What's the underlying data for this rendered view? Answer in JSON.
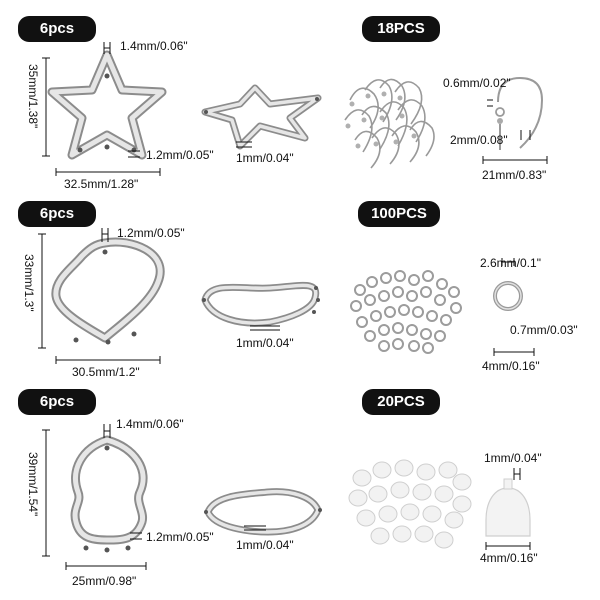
{
  "rows": [
    {
      "badge_left": "6pcs",
      "height_dim": "35mm/1.38\"",
      "width_dim": "32.5mm/1.28\"",
      "top_hole_dim": "1.4mm/0.06\"",
      "thickness_dim": "1.2mm/0.05\"",
      "side_dim": "1mm/0.04\"",
      "badge_right": "18PCS",
      "wire_dim": "0.6mm/0.02\"",
      "loop_dim": "2mm/0.08\"",
      "hook_width_dim": "21mm/0.83\""
    },
    {
      "badge_left": "6pcs",
      "height_dim": "33mm/1.3\"",
      "width_dim": "30.5mm/1.2\"",
      "top_hole_dim": "1.2mm/0.05\"",
      "side_dim": "1mm/0.04\"",
      "badge_right": "100PCS",
      "ring_inner_dim": "2.6mm/0.1\"",
      "ring_thick_dim": "0.7mm/0.03\"",
      "ring_width_dim": "4mm/0.16\""
    },
    {
      "badge_left": "6pcs",
      "height_dim": "39mm/1.54\"",
      "width_dim": "25mm/0.98\"",
      "top_hole_dim": "1.4mm/0.06\"",
      "thickness_dim": "1.2mm/0.05\"",
      "side_dim": "1mm/0.04\"",
      "badge_right": "20PCS",
      "nut_top_dim": "1mm/0.04\"",
      "nut_width_dim": "4mm/0.16\""
    }
  ]
}
